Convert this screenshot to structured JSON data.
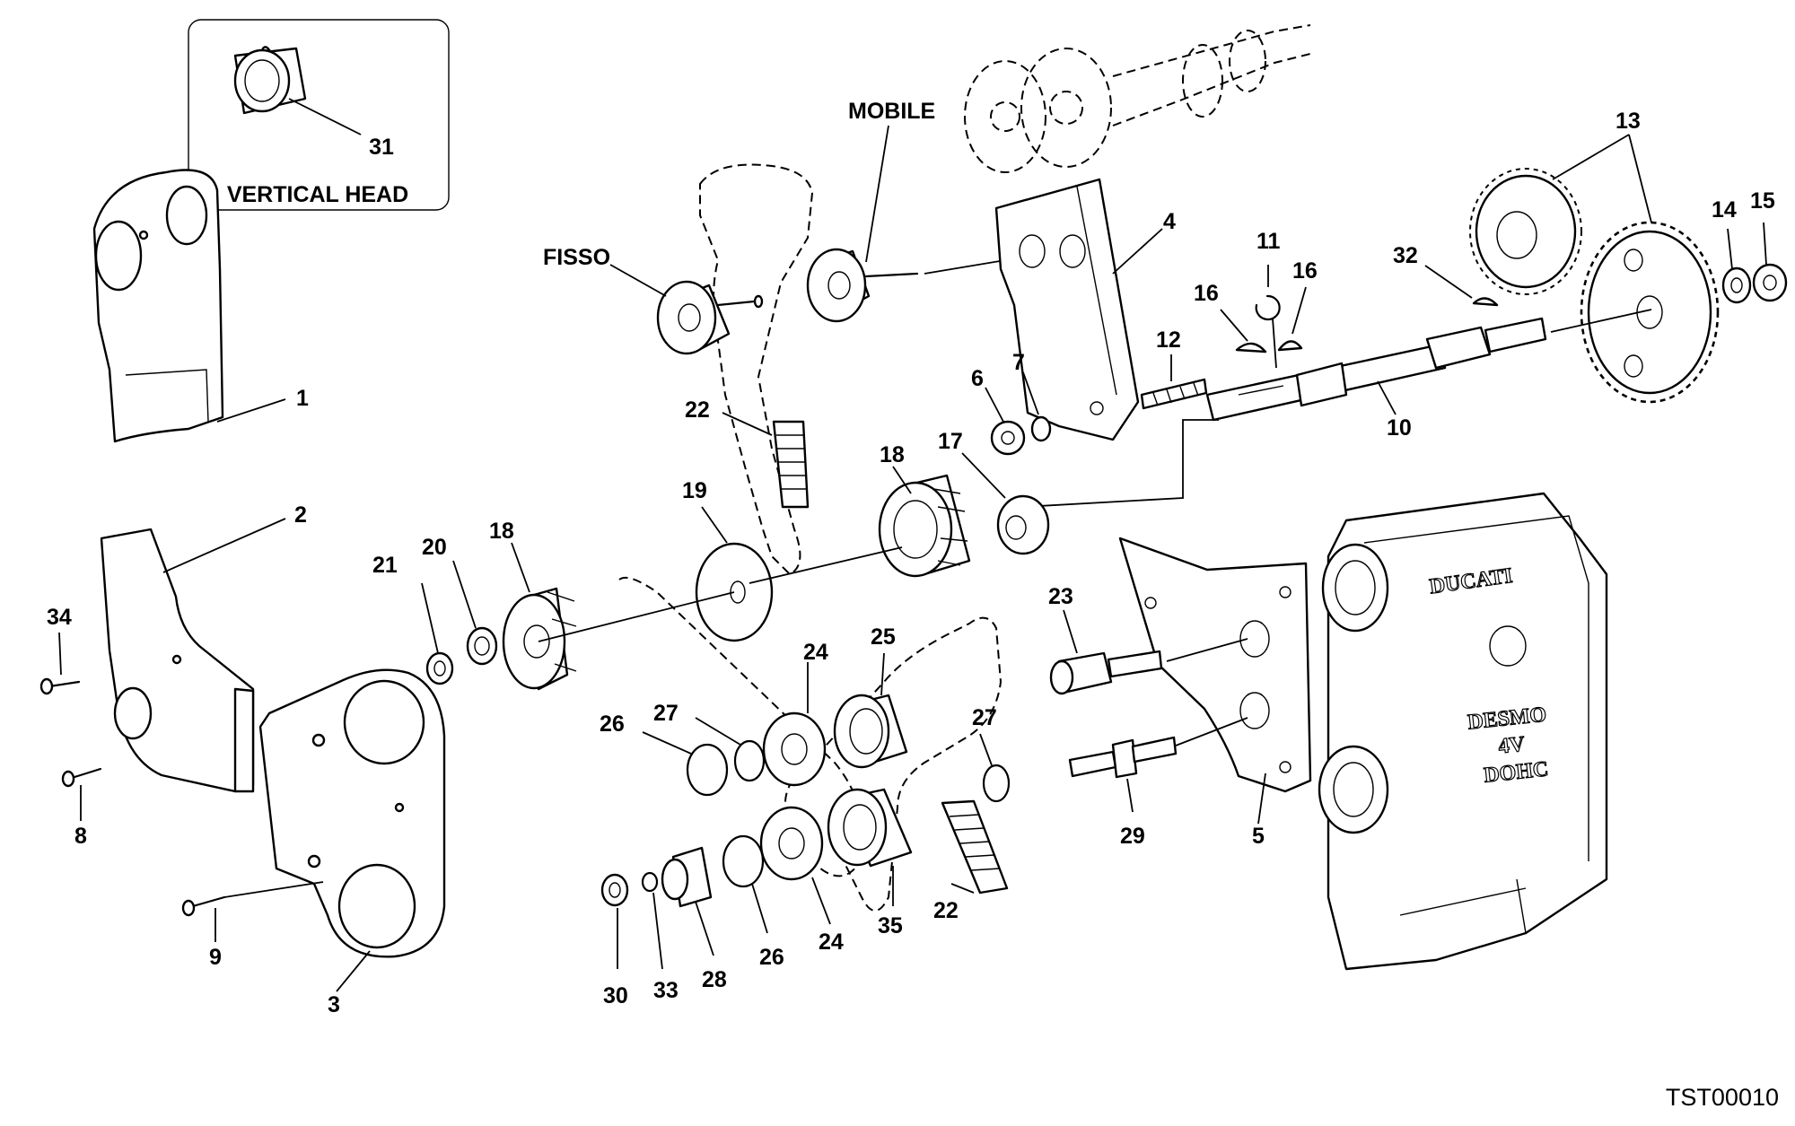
{
  "inset": {
    "title": "VERTICAL HEAD",
    "part": "31"
  },
  "labels": {
    "fisso": "FISSO",
    "mobile": "MOBILE"
  },
  "engine_emboss": {
    "brand": "DUCATI",
    "line1": "DESMO",
    "line2": "4V",
    "line3": "DOHC"
  },
  "parts": [
    "1",
    "2",
    "3",
    "4",
    "5",
    "6",
    "7",
    "8",
    "9",
    "10",
    "11",
    "12",
    "13",
    "14",
    "15",
    "16",
    "16",
    "17",
    "18",
    "18",
    "19",
    "20",
    "21",
    "22",
    "22",
    "23",
    "24",
    "24",
    "25",
    "26",
    "26",
    "27",
    "27",
    "28",
    "29",
    "30",
    "32",
    "33",
    "34",
    "35"
  ],
  "drawing_ref": "TST00010"
}
